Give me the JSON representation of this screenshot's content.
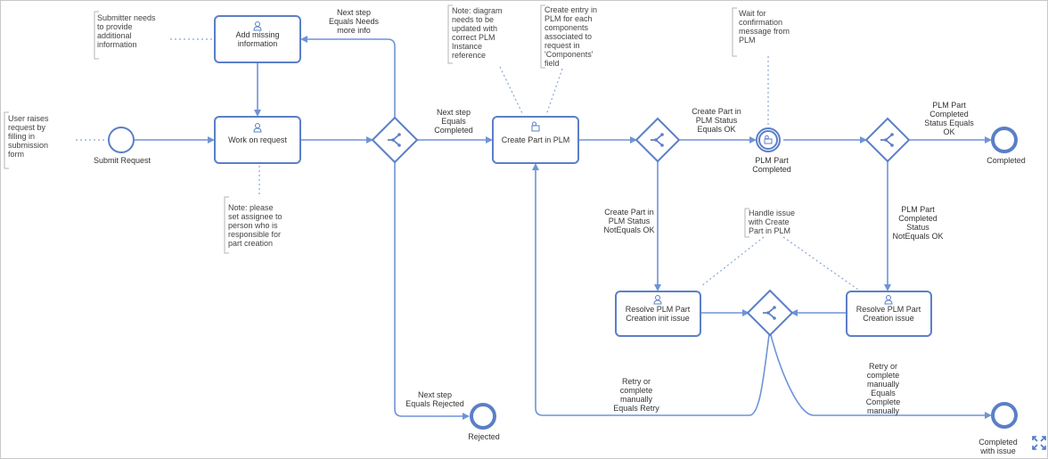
{
  "tasks": {
    "add_missing": [
      "Add missing",
      "information"
    ],
    "work_on_request": [
      "Work on request"
    ],
    "create_part": [
      "Create Part in PLM"
    ],
    "resolve_init": [
      "Resolve PLM Part",
      "Creation init issue"
    ],
    "resolve_issue": [
      "Resolve PLM Part",
      "Creation issue"
    ]
  },
  "events": {
    "submit_request": [
      "Submit Request"
    ],
    "plm_part_completed": [
      "PLM Part",
      "Completed"
    ],
    "completed": [
      "Completed"
    ],
    "rejected": [
      "Rejected"
    ],
    "completed_with_issue": [
      "Completed",
      "with issue"
    ]
  },
  "flow_labels": {
    "needs_more_info": [
      "Next step",
      "Equals Needs",
      "more info"
    ],
    "equals_completed": [
      "Next step",
      "Equals",
      "Completed"
    ],
    "equals_rejected": [
      "Next step",
      "Equals Rejected"
    ],
    "status_ok": [
      "Create Part in",
      "PLM Status",
      "Equals OK"
    ],
    "status_not_ok": [
      "Create Part in",
      "PLM Status",
      "NotEquals OK"
    ],
    "completed_ok": [
      "PLM Part",
      "Completed",
      "Status Equals",
      "OK"
    ],
    "completed_not_ok": [
      "PLM Part",
      "Completed",
      "Status",
      "NotEquals OK"
    ],
    "retry": [
      "Retry or",
      "complete",
      "manually",
      "Equals Retry"
    ],
    "complete_manually": [
      "Retry or",
      "complete",
      "manually",
      "Equals",
      "Complete",
      "manually"
    ]
  },
  "annotations": {
    "submitter": [
      "Submitter needs",
      "to provide",
      "additional",
      "information"
    ],
    "user_raises": [
      "User raises",
      "request by",
      "filling in",
      "submission",
      "form"
    ],
    "assignee_note": [
      "Note: please",
      "set assignee to",
      "person who is",
      "responsible for",
      "part creation"
    ],
    "diagram_note": [
      "Note: diagram",
      "needs to be",
      "updated with",
      "correct PLM",
      "Instance",
      "reference"
    ],
    "create_entry": [
      "Create entry in",
      "PLM for each",
      "components",
      "associated to",
      "request in",
      "'Components'",
      "field"
    ],
    "wait_confirm": [
      "Wait for",
      "confirmation",
      "message from",
      "PLM"
    ],
    "handle_issue": [
      "Handle issue",
      "with Create",
      "Part in PLM"
    ]
  },
  "colors": {
    "accent": "#5b7fc7",
    "flow": "#6f93d6",
    "text": "#333333"
  },
  "icons": {
    "user_task": "user-icon",
    "service_task": "service-icon",
    "gateway": "branch-icon",
    "fullscreen": "expand-icon"
  }
}
